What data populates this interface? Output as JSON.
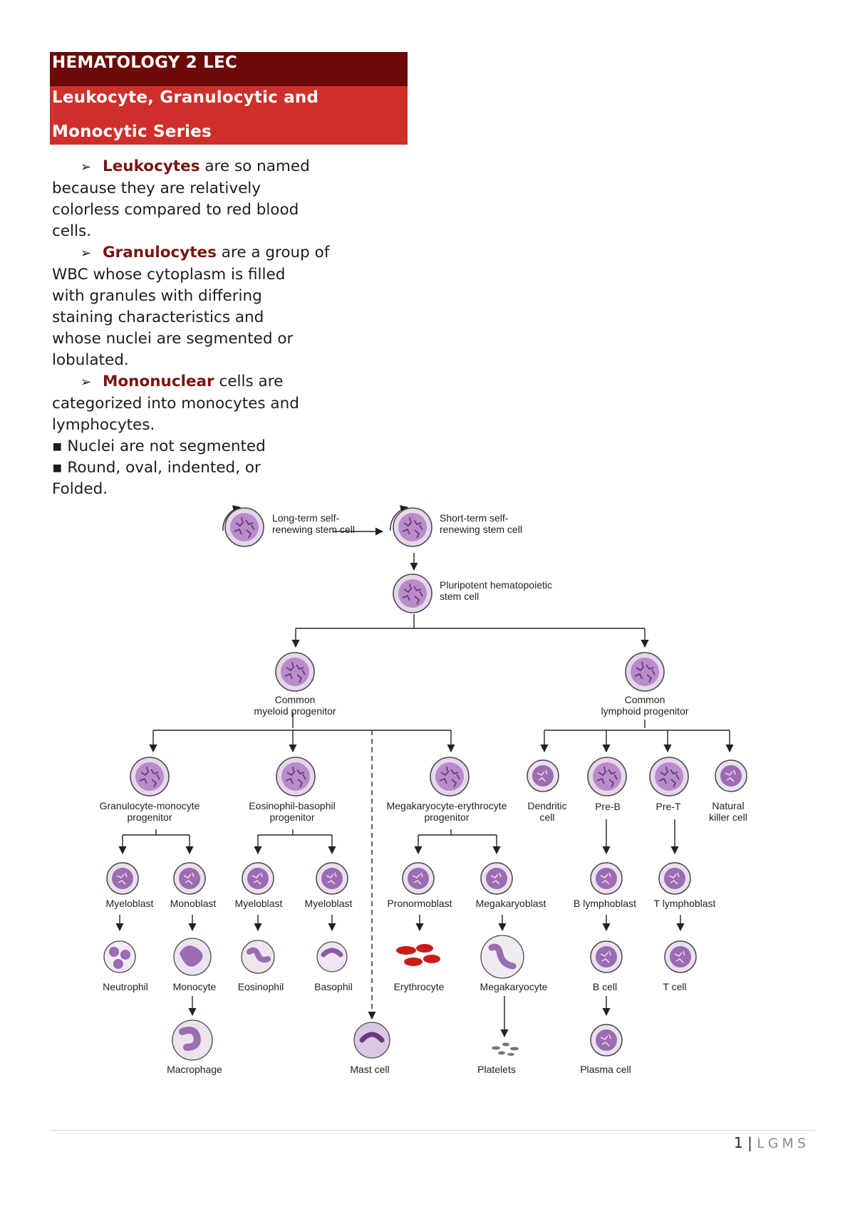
{
  "header": {
    "course": "HEMATOLOGY 2 LEC",
    "topic_line1": "Leukocyte, Granulocytic and",
    "topic_line2": "Monocytic Series"
  },
  "bullets": [
    {
      "term": "Leukocytes",
      "rest": " are so named",
      "cont": [
        "because they are relatively",
        "colorless compared to red blood",
        "cells."
      ]
    },
    {
      "term": "Granulocytes",
      "rest": " are a group of",
      "cont": [
        "WBC whose cytoplasm is filled",
        "with granules with differing",
        "staining characteristics and",
        "whose nuclei are segmented or",
        "lobulated."
      ]
    },
    {
      "term": "Mononuclear",
      "rest": " cells are",
      "cont": [
        "categorized into monocytes and",
        "lymphocytes."
      ]
    }
  ],
  "sub_points": [
    "▪ Nuclei are not segmented",
    "▪ Round, oval, indented, or",
    "Folded."
  ],
  "bullet_glyph": "➢",
  "colors": {
    "header_dark": "#6b0a08",
    "header_red": "#cf2f2a",
    "keyword": "#7a1512",
    "cell": "#c9a4d4",
    "nucleus": "#8f5aa6",
    "rbc": "#cc1b1b"
  },
  "diagram": {
    "lt_stem_1": "Long-term self-",
    "lt_stem_2": "renewing stem cell",
    "st_stem_1": "Short-term self-",
    "st_stem_2": "renewing stem cell",
    "php_1": "Pluripotent hematopoietic",
    "php_2": "stem cell",
    "cmp_1": "Common",
    "cmp_2": "myeloid progenitor",
    "clp_1": "Common",
    "clp_2": "lymphoid progenitor",
    "gmp_1": "Granulocyte-monocyte",
    "gmp_2": "progenitor",
    "ebp_1": "Eosinophil-basophil",
    "ebp_2": "progenitor",
    "mep_1": "Megakaryocyte-erythrocyte",
    "mep_2": "progenitor",
    "dendritic_1": "Dendritic",
    "dendritic_2": "cell",
    "preb": "Pre-B",
    "pret": "Pre-T",
    "nk_1": "Natural",
    "nk_2": "killer cell",
    "myeloblast_a": "Myeloblast",
    "monoblast": "Monoblast",
    "myeloblast_b": "Myeloblast",
    "myeloblast_c": "Myeloblast",
    "pronormoblast": "Pronormoblast",
    "megakaryoblast": "Megakaryoblast",
    "b_lymphoblast": "B lymphoblast",
    "t_lymphoblast": "T lymphoblast",
    "neutrophil": "Neutrophil",
    "monocyte": "Monocyte",
    "eosinophil": "Eosinophil",
    "basophil": "Basophil",
    "erythrocyte": "Erythrocyte",
    "megakaryocyte": "Megakaryocyte",
    "b_cell": "B cell",
    "t_cell": "T cell",
    "macrophage": "Macrophage",
    "mast_cell": "Mast cell",
    "platelets": "Platelets",
    "plasma_cell": "Plasma cell"
  },
  "footer": {
    "page": "1",
    "sep": " | ",
    "initials": "LGMS"
  }
}
